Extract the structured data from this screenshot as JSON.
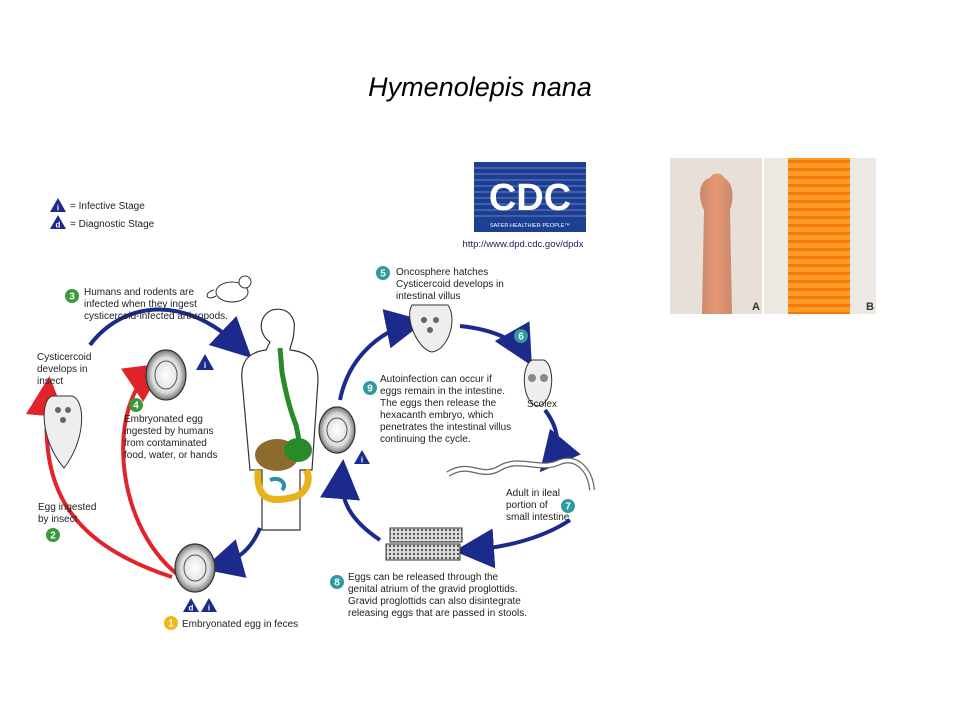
{
  "title": "Hymenolepis nana",
  "legend": {
    "infective_letter": "i",
    "infective_label": "= Infective Stage",
    "diagnostic_letter": "d",
    "diagnostic_label": "= Diagnostic Stage"
  },
  "logo": {
    "letters": "CDC",
    "tagline": "SAFER·HEALTHIER·PEOPLE™",
    "url": "http://www.dpd.cdc.gov/dpdx"
  },
  "steps": [
    {
      "num": "1",
      "color": "#f2b619",
      "lines": [
        "Embryonated egg in feces"
      ]
    },
    {
      "num": "2",
      "color": "#3a9a3a",
      "lines": [
        "Egg ingested",
        "by insect"
      ]
    },
    {
      "num": "3",
      "color": "#3a9a3a",
      "lines": [
        "Humans and rodents are",
        "infected when they ingest",
        "cysticercoid-infected arthropods."
      ]
    },
    {
      "num": "4",
      "color": "#3a9a3a",
      "lines": [
        "Embryonated egg",
        "ingested by humans",
        "from contaminated",
        "food, water, or hands"
      ]
    },
    {
      "num": "5",
      "color": "#2f9aa0",
      "lines": [
        "Oncosphere hatches",
        "Cysticercoid develops in",
        "intestinal villus"
      ]
    },
    {
      "num": "6",
      "color": "#2f9aa0",
      "lines": []
    },
    {
      "num": "7",
      "color": "#2f9aa0",
      "lines": [
        "Adult in ileal",
        "portion of",
        "small intestine"
      ]
    },
    {
      "num": "8",
      "color": "#2f9aa0",
      "lines": [
        "Eggs can be released through the",
        "genital atrium of the gravid proglottids.",
        "Gravid proglottids can also disintegrate",
        "releasing eggs that are passed in stools."
      ]
    },
    {
      "num": "9",
      "color": "#2f9aa0",
      "lines": [
        "Autoinfection can occur if",
        "eggs remain in the intestine.",
        "The eggs then release the",
        "hexacanth embryo, which",
        "penetrates the intestinal villus",
        "continuing the cycle."
      ]
    }
  ],
  "labels": {
    "cysticercoid": [
      "Cysticercoid",
      "develops in",
      "insect"
    ],
    "scolex": "Scolex"
  },
  "photos": {
    "a_label": "A",
    "b_label": "B"
  },
  "colors": {
    "blue_arrow": "#1c2a8c",
    "red_arrow": "#e0242a",
    "legend_triangle": "#1c2a8c"
  }
}
